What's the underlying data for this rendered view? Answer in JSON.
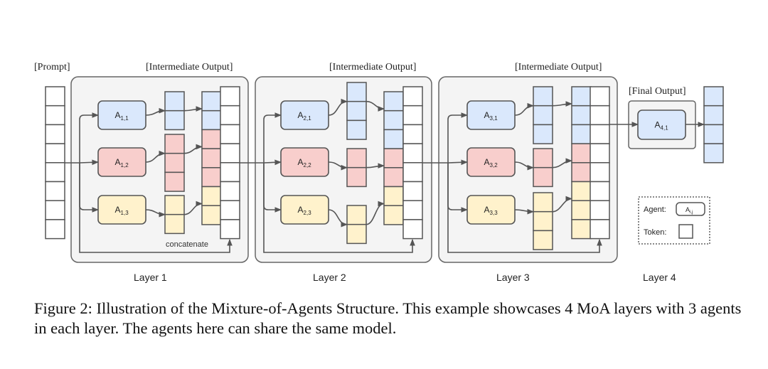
{
  "colors": {
    "agent_1": "#dae8fc",
    "agent_2": "#f8cecc",
    "agent_3": "#fff2cc",
    "layer_bg": "#f4f4f4",
    "stroke": "#555555",
    "token_empty": "#ffffff"
  },
  "labels": {
    "prompt": "[Prompt]",
    "intermediate_output": "[Intermediate Output]",
    "final_output": "[Final Output]",
    "concatenate": "concatenate"
  },
  "prompt_tokens": 8,
  "layers": [
    {
      "name": "Layer 1",
      "agents": [
        {
          "base": "A",
          "sub": "1,1",
          "color": "agent_1",
          "output_tokens": 2
        },
        {
          "base": "A",
          "sub": "1,2",
          "color": "agent_2",
          "output_tokens": 3
        },
        {
          "base": "A",
          "sub": "1,3",
          "color": "agent_3",
          "output_tokens": 2
        }
      ],
      "has_concatenate_label": true
    },
    {
      "name": "Layer 2",
      "agents": [
        {
          "base": "A",
          "sub": "2,1",
          "color": "agent_1",
          "output_tokens": 3
        },
        {
          "base": "A",
          "sub": "2,2",
          "color": "agent_2",
          "output_tokens": 2
        },
        {
          "base": "A",
          "sub": "2,3",
          "color": "agent_3",
          "output_tokens": 2
        }
      ],
      "has_concatenate_label": false
    },
    {
      "name": "Layer 3",
      "agents": [
        {
          "base": "A",
          "sub": "3,1",
          "color": "agent_1",
          "output_tokens": 3
        },
        {
          "base": "A",
          "sub": "3,2",
          "color": "agent_2",
          "output_tokens": 2
        },
        {
          "base": "A",
          "sub": "3,3",
          "color": "agent_3",
          "output_tokens": 3
        }
      ],
      "has_concatenate_label": false
    },
    {
      "name": "Layer 4",
      "agents": [
        {
          "base": "A",
          "sub": "4,1",
          "color": "agent_1",
          "output_tokens": 4
        }
      ]
    }
  ],
  "legend": {
    "agent_label": "Agent:",
    "agent_symbol_base": "A",
    "agent_symbol_sub": "i,j",
    "token_label": "Token:"
  },
  "caption": "Figure 2: Illustration of the Mixture-of-Agents Structure. This example showcases 4 MoA layers with 3 agents in each layer. The agents here can share the same model."
}
